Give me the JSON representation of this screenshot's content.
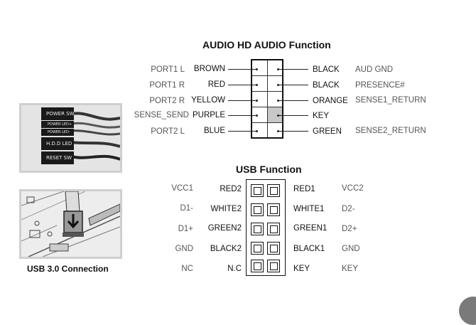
{
  "audio": {
    "title": "AUDIO HD AUDIO Function",
    "left_rows": [
      {
        "port": "PORT1 L",
        "color": "BROWN"
      },
      {
        "port": "PORT1 R",
        "color": "RED"
      },
      {
        "port": "PORT2 R",
        "color": "YELLOW"
      },
      {
        "port": "SENSE_SEND",
        "color": "PURPLE"
      },
      {
        "port": "PORT2 L",
        "color": "BLUE"
      }
    ],
    "right_rows": [
      {
        "color": "BLACK",
        "function": "AUD GND"
      },
      {
        "color": "BLACK",
        "function": "PRESENCE#"
      },
      {
        "color": "ORANGE",
        "function": "SENSE1_RETURN"
      },
      {
        "color": "KEY",
        "function": ""
      },
      {
        "color": "GREEN",
        "function": "SENSE2_RETURN"
      }
    ]
  },
  "usb": {
    "title": "USB Function",
    "left_rows": [
      {
        "signal": "VCC1",
        "wire": "RED2"
      },
      {
        "signal": "D1-",
        "wire": "WHITE2"
      },
      {
        "signal": "D1+",
        "wire": "GREEN2"
      },
      {
        "signal": "GND",
        "wire": "BLACK2"
      },
      {
        "signal": "NC",
        "wire": "N.C"
      }
    ],
    "right_rows": [
      {
        "wire": "RED1",
        "signal": "VCC2"
      },
      {
        "wire": "WHITE1",
        "signal": "D2-"
      },
      {
        "wire": "GREEN1",
        "signal": "D2+"
      },
      {
        "wire": "BLACK1",
        "signal": "GND"
      },
      {
        "wire": "KEY",
        "signal": "KEY"
      }
    ]
  },
  "front_panel_photo": {
    "labels": [
      "POWER SW",
      "POWER LED+",
      "POWER LED-",
      "H.D.D LED",
      "RESET SW"
    ]
  },
  "usb3_photo": {
    "caption": "USB 3.0 Connection"
  },
  "colors": {
    "text": "#111111",
    "muted_text": "#555555",
    "key_pin": "#c8c8c8",
    "photo_border": "#cfcfcf"
  }
}
